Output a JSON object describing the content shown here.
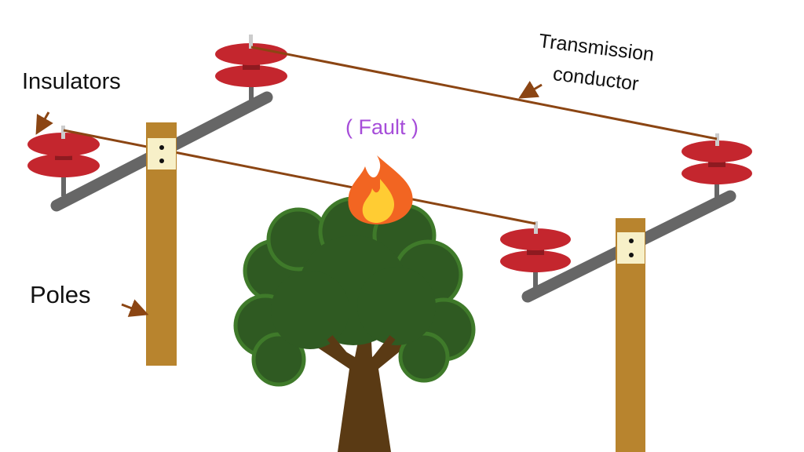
{
  "labels": {
    "insulators": "Insulators",
    "poles": "Poles",
    "transmission_line1": "Transmission",
    "transmission_line2": "conductor",
    "fault": "( Fault )"
  },
  "colors": {
    "insulator": "#c4262e",
    "insulator_dark": "#8e1a20",
    "conductor": "#8b4513",
    "pole": "#b8842e",
    "crossarm": "#666666",
    "bracket": "#f7f0c8",
    "foliage": "#2f5a22",
    "foliage_edge": "#3f7a2a",
    "trunk": "#5a3a14",
    "flame_outer": "#f26522",
    "flame_inner": "#ffcc33",
    "fault_text": "#a64dd9",
    "arrow": "#8b4513"
  }
}
